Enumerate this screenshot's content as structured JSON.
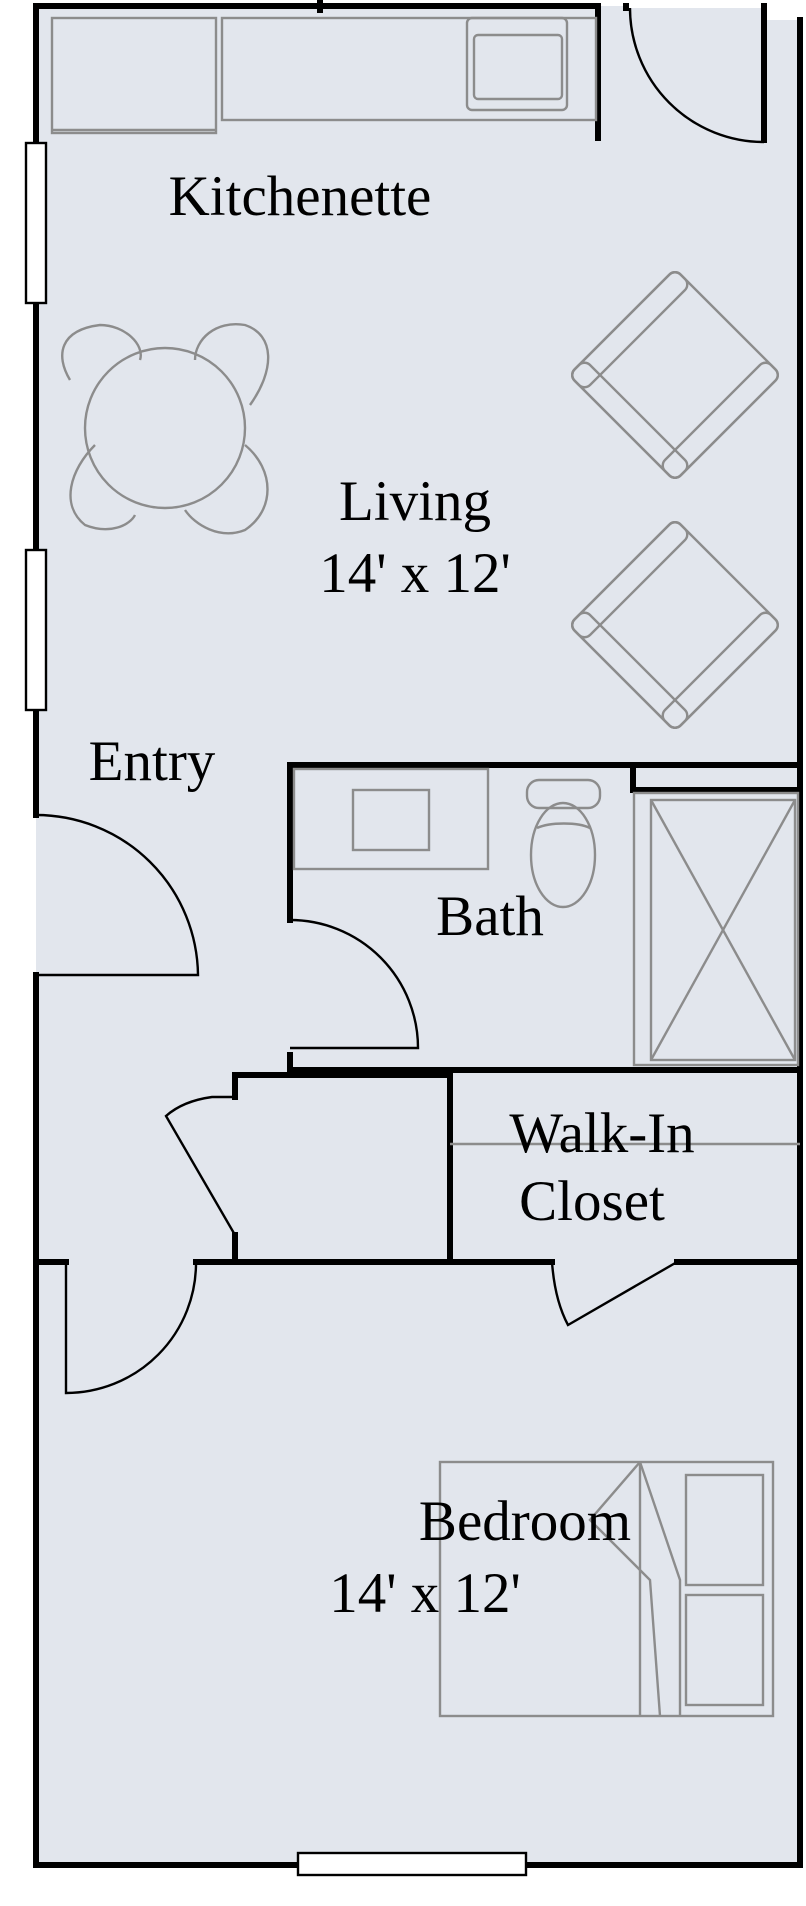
{
  "colors": {
    "floor": "#e2e6ed",
    "wall": "#000000",
    "fixture": "#8c8c8c",
    "window": "#ffffff"
  },
  "rooms": {
    "kitchenette": {
      "name": "Kitchenette"
    },
    "living": {
      "name": "Living",
      "size": "14' x 12'"
    },
    "entry": {
      "name": "Entry"
    },
    "bath": {
      "name": "Bath"
    },
    "walk_in_closet": {
      "name_line1": "Walk-In",
      "name_line2": "Closet"
    },
    "bedroom": {
      "name": "Bedroom",
      "size": "14' x 12'"
    }
  }
}
